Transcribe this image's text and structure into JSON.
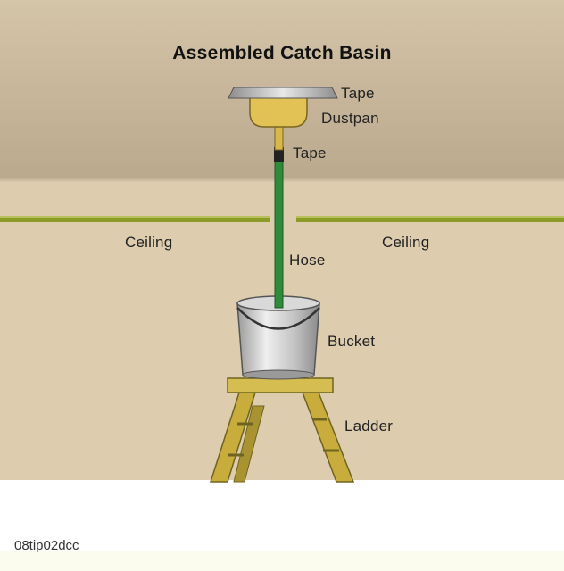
{
  "title": "Assembled Catch Basin",
  "labels": {
    "tape_top": "Tape",
    "dustpan": "Dustpan",
    "tape_hose": "Tape",
    "ceiling_left": "Ceiling",
    "ceiling_right": "Ceiling",
    "hose": "Hose",
    "bucket": "Bucket",
    "ladder": "Ladder"
  },
  "caption": "08tip02dcc",
  "colors": {
    "background_top": "#c4b297",
    "background_bottom": "#ddccae",
    "ceiling_line": "#8c9a28",
    "hose": "#2f8a3a",
    "dustpan": "#d9b84a",
    "ladder": "#c8ad3c",
    "bucket": "#c9c9c9"
  }
}
